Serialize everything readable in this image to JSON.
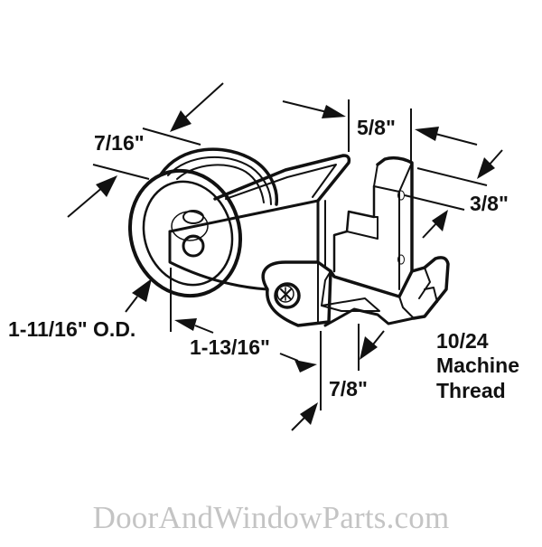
{
  "diagram": {
    "subject": "sliding door roller assembly",
    "dimensions": {
      "wheel_width": "7/16\"",
      "bracket_width": "5/8\"",
      "tab_height": "3/8\"",
      "wheel_od": "1-11/16\" O.D.",
      "overall_length": "1-13/16\"",
      "base_depth": "7/8\""
    },
    "thread_label": {
      "line1": "10/24",
      "line2": "Machine",
      "line3": "Thread"
    }
  },
  "watermark": "DoorAndWindowParts.com",
  "colors": {
    "line": "#111111",
    "background": "#ffffff",
    "watermark": "#c4c4c4"
  }
}
